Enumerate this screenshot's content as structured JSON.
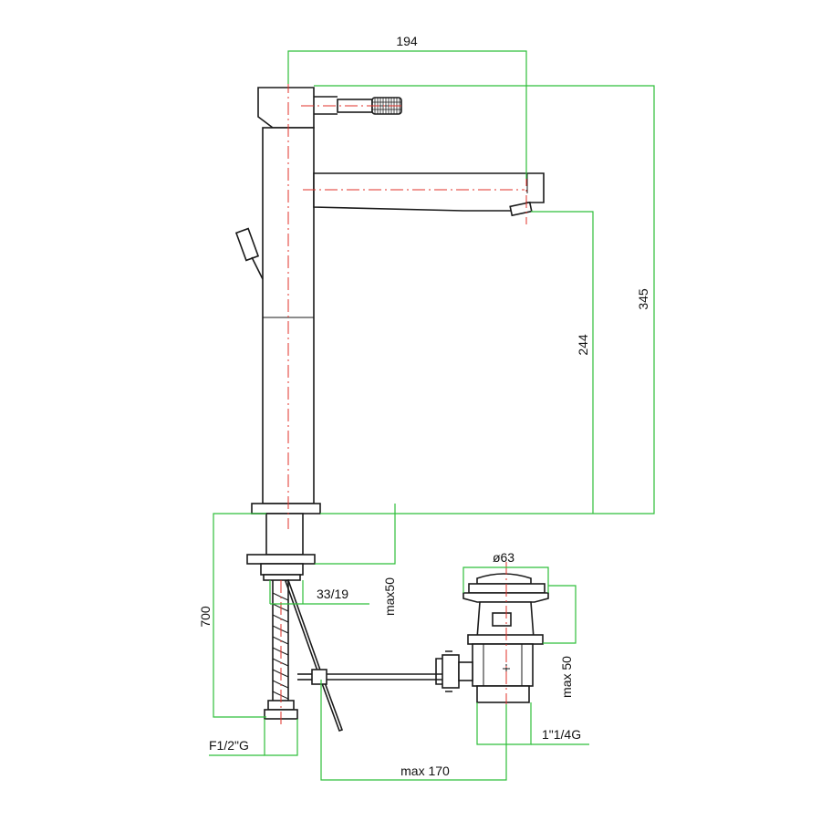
{
  "dimensions": {
    "overall_width": "194",
    "overall_height": "345",
    "spout_height": "244",
    "hose_length": "700",
    "max_deck_thickness": "max50",
    "hole_diameter": "33/19",
    "inlet_thread": "F1/2\"G",
    "waste_diameter": "ø63",
    "waste_max_thickness": "max 50",
    "waste_thread": "1\"1/4G",
    "rod_length": "max 170"
  },
  "colors": {
    "outline": "#1a1a1a",
    "center_line": "#e0302a",
    "dimension_line": "#2fbf3a"
  }
}
